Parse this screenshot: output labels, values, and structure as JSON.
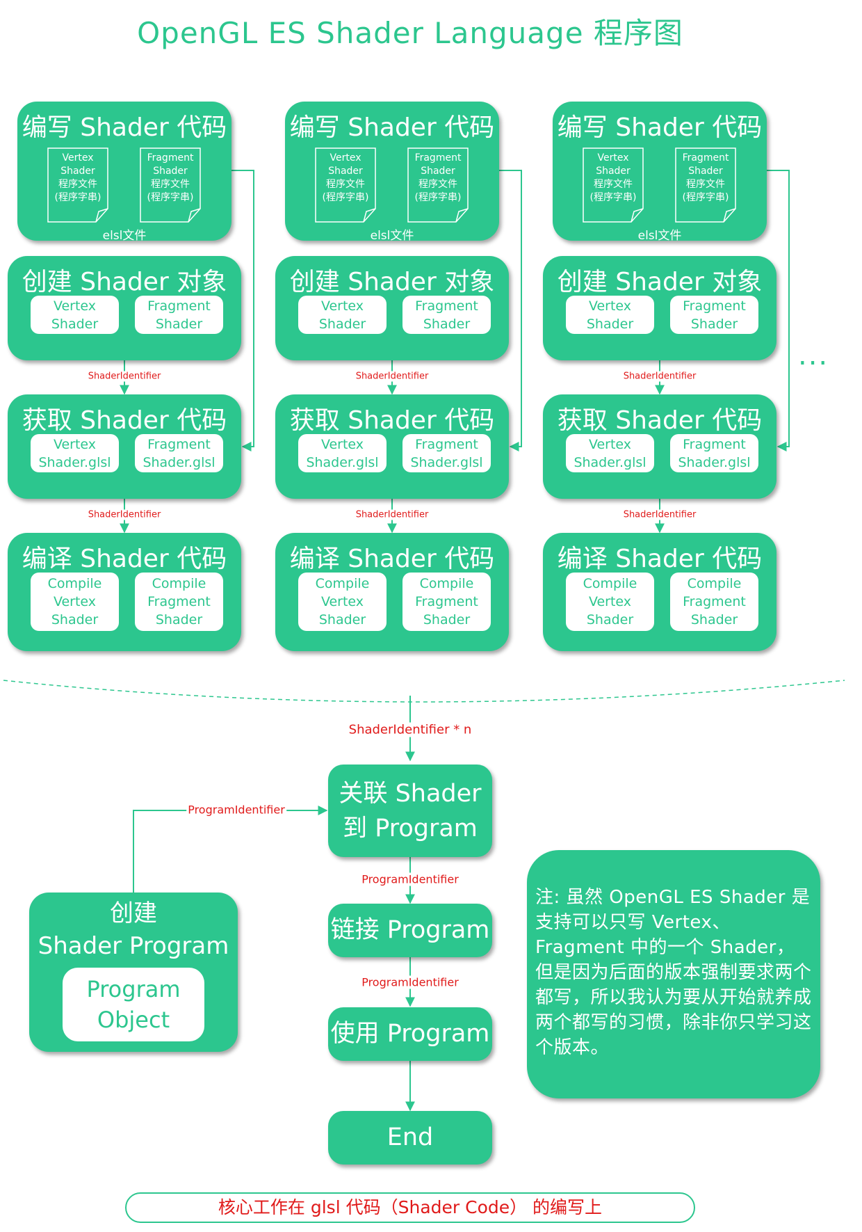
{
  "title": "OpenGL ES Shader Language 程序图",
  "columns": [
    {
      "write": {
        "title": "编写 Shader 代码",
        "vertex_doc": [
          "Vertex",
          "Shader",
          "程序文件",
          "(程序字串)"
        ],
        "fragment_doc": [
          "Fragment",
          "Shader",
          "程序文件",
          "(程序字串)"
        ],
        "file_label": "elsl文件"
      },
      "create": {
        "title": "创建 Shader 对象",
        "vertex": [
          "Vertex",
          "Shader"
        ],
        "fragment": [
          "Fragment",
          "Shader"
        ]
      },
      "get": {
        "title": "获取 Shader 代码",
        "vertex": [
          "Vertex",
          "Shader.glsl"
        ],
        "fragment": [
          "Fragment",
          "Shader.glsl"
        ]
      },
      "compile": {
        "title": "编译 Shader 代码",
        "vertex": [
          "Compile",
          "Vertex",
          "Shader"
        ],
        "fragment": [
          "Compile",
          "Fragment",
          "Shader"
        ]
      }
    },
    {
      "write": {
        "title": "编写 Shader 代码",
        "vertex_doc": [
          "Vertex",
          "Shader",
          "程序文件",
          "(程序字串)"
        ],
        "fragment_doc": [
          "Fragment",
          "Shader",
          "程序文件",
          "(程序字串)"
        ],
        "file_label": "elsl文件"
      },
      "create": {
        "title": "创建 Shader 对象",
        "vertex": [
          "Vertex",
          "Shader"
        ],
        "fragment": [
          "Fragment",
          "Shader"
        ]
      },
      "get": {
        "title": "获取 Shader 代码",
        "vertex": [
          "Vertex",
          "Shader.glsl"
        ],
        "fragment": [
          "Fragment",
          "Shader.glsl"
        ]
      },
      "compile": {
        "title": "编译 Shader 代码",
        "vertex": [
          "Compile",
          "Vertex",
          "Shader"
        ],
        "fragment": [
          "Compile",
          "Fragment",
          "Shader"
        ]
      }
    },
    {
      "write": {
        "title": "编写 Shader 代码",
        "vertex_doc": [
          "Vertex",
          "Shader",
          "程序文件",
          "(程序字串)"
        ],
        "fragment_doc": [
          "Fragment",
          "Shader",
          "程序文件",
          "(程序字串)"
        ],
        "file_label": "elsl文件"
      },
      "create": {
        "title": "创建 Shader 对象",
        "vertex": [
          "Vertex",
          "Shader"
        ],
        "fragment": [
          "Fragment",
          "Shader"
        ]
      },
      "get": {
        "title": "获取 Shader 代码",
        "vertex": [
          "Vertex",
          "Shader.glsl"
        ],
        "fragment": [
          "Fragment",
          "Shader.glsl"
        ]
      },
      "compile": {
        "title": "编译 Shader 代码",
        "vertex": [
          "Compile",
          "Vertex",
          "Shader"
        ],
        "fragment": [
          "Compile",
          "Fragment",
          "Shader"
        ]
      }
    }
  ],
  "column_edge_label": "ShaderIdentifier",
  "more_marker": "...",
  "merge_edge_label": "ShaderIdentifier * n",
  "attach": {
    "title": [
      "关联 Shader",
      "到 Program"
    ]
  },
  "create_program": {
    "title": [
      "创建",
      "Shader Program"
    ],
    "object": [
      "Program",
      "Object"
    ]
  },
  "program_edge_label": "ProgramIdentifier",
  "link": {
    "title": "链接 Program"
  },
  "use": {
    "title": "使用 Program"
  },
  "end": {
    "title": "End"
  },
  "note": "注: 虽然 OpenGL ES Shader 是支持可以只写 Vertex、Fragment 中的一个 Shader， 但是因为后面的版本强制要求两个都写，所以我认为要从开始就养成两个都写的习惯，除非你只学习这个版本。",
  "footer": "核心工作在 glsl 代码（Shader Code） 的编写上",
  "colors": {
    "accent": "#2cc68e",
    "label": "#e01a1a"
  }
}
